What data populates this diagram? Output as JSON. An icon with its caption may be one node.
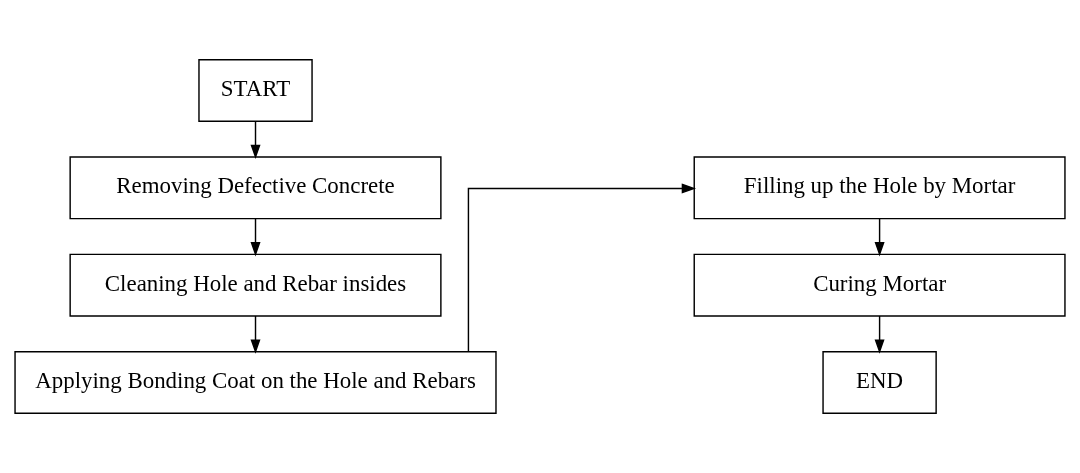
{
  "diagram": {
    "nodes": [
      {
        "text": [
          "START"
        ]
      },
      {
        "text": [
          "Removing Defective Concrete"
        ]
      },
      {
        "text": [
          "Cleaning Hole and Rebar insides"
        ]
      },
      {
        "text": [
          "Applying Bonding Coat on the Hole and Rebars"
        ]
      },
      {
        "text": [
          "Filling up the Hole by Mortar"
        ]
      },
      {
        "text": [
          "Curing Mortar"
        ]
      },
      {
        "text": [
          "END"
        ]
      }
    ],
    "edges": [
      {
        "from": 0,
        "to": 1,
        "arrow": "to"
      },
      {
        "from": 1,
        "to": 2,
        "arrow": "to"
      },
      {
        "from": 2,
        "to": 3,
        "arrow": "to"
      },
      {
        "from": 3,
        "to": 4,
        "arrow": "to"
      },
      {
        "from": 4,
        "to": 5,
        "arrow": "to"
      },
      {
        "from": 5,
        "to": 6,
        "arrow": "to"
      }
    ]
  }
}
